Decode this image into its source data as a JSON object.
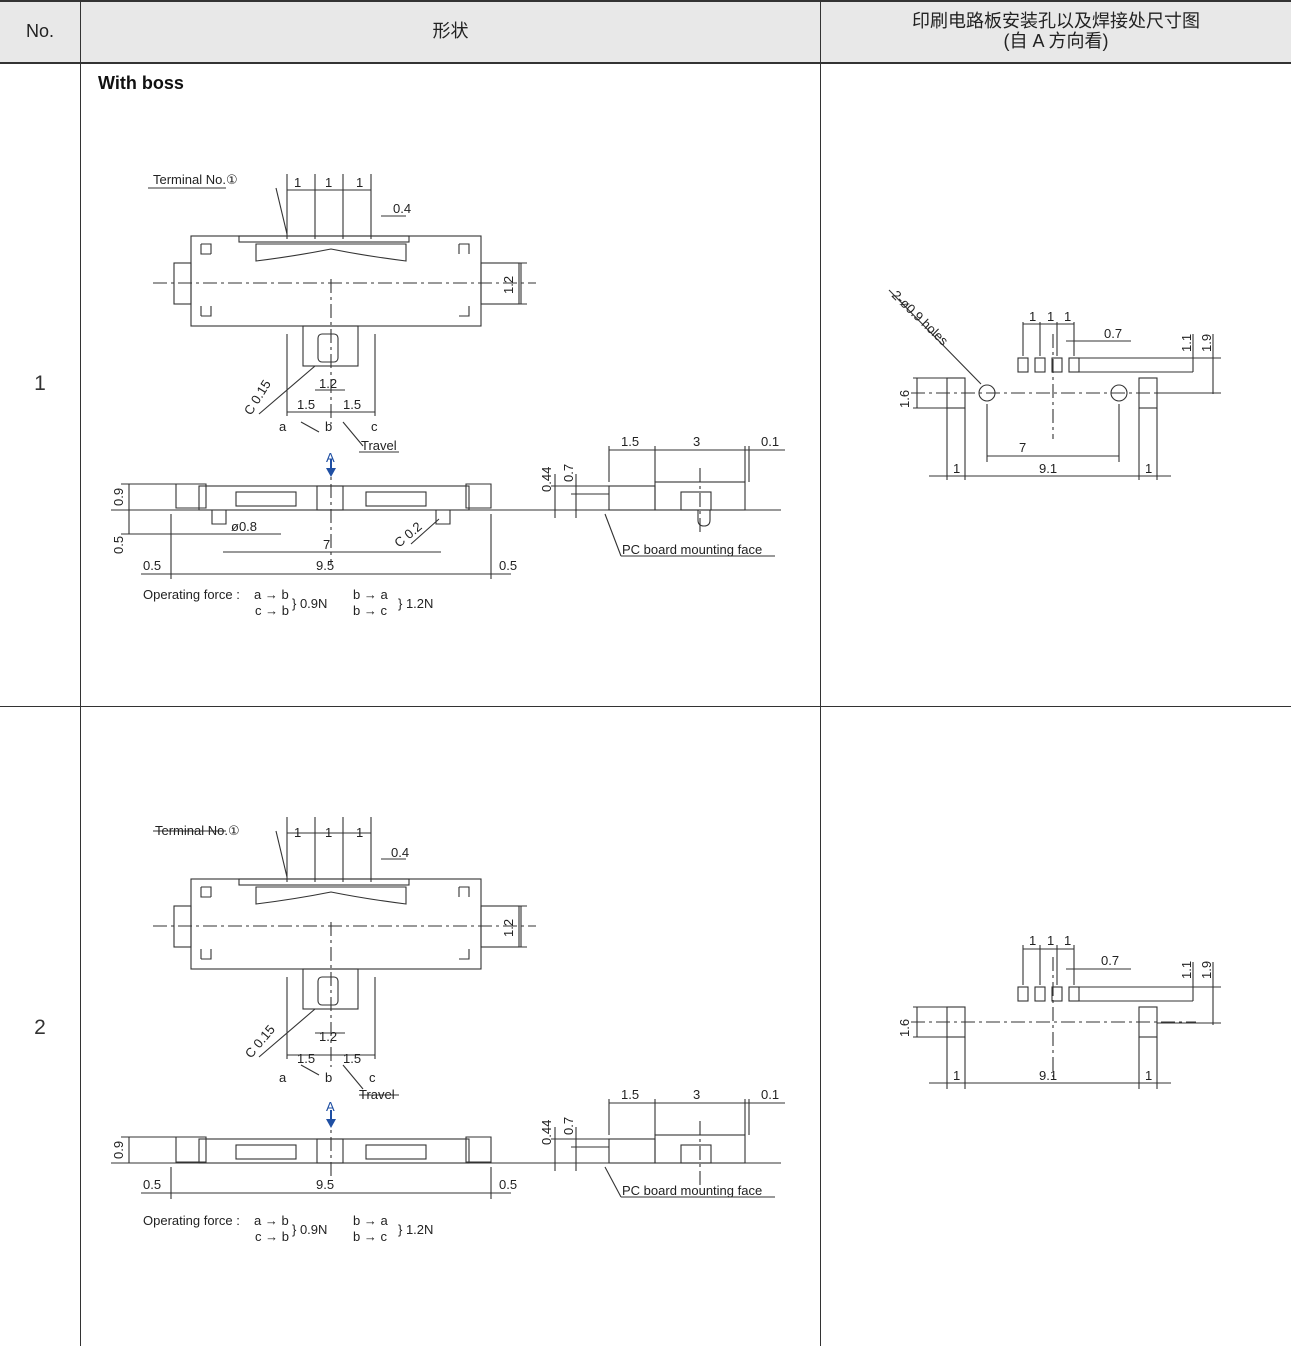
{
  "header": {
    "col_no": "No.",
    "col_shape": "形状",
    "col_pcb_line1": "印刷电路板安装孔以及焊接处尺寸图",
    "col_pcb_line2": "(自 A 方向看)"
  },
  "rows": [
    {
      "no": "1",
      "subtitle": "With boss",
      "top": {
        "terminal": "Terminal No.①",
        "d_pitch": "1",
        "d_04": "0.4",
        "d_12": "1.2",
        "chamfer": "C 0.15",
        "d_15": "1.5",
        "pos_a": "a",
        "pos_b": "b",
        "pos_c": "c",
        "travel": "Travel"
      },
      "front": {
        "view_a": "A",
        "d_09": "0.9",
        "d_05": "0.5",
        "boss_dia": "ø0.8",
        "chamfer": "C 0.2",
        "d_7": "7",
        "d_95": "9.5"
      },
      "side": {
        "d_15": "1.5",
        "d_3": "3",
        "d_01": "0.1",
        "d_044": "0.44",
        "d_07": "0.7",
        "pcb_face": "PC board mounting face"
      },
      "force": {
        "prefix": "Operating force :",
        "ab": "a → b",
        "cb": "c → b",
        "f1": "} 0.9N",
        "ba": "b → a",
        "bc": "b → c",
        "f2": "} 1.2N"
      },
      "pcb": {
        "holes": "2-ø0.9 holes",
        "d_1": "1",
        "d_07": "0.7",
        "d_11": "1.1",
        "d_19": "1.9",
        "d_16": "1.6",
        "d_7": "7",
        "d_91": "9.1"
      }
    },
    {
      "no": "2",
      "subtitle": "",
      "top": {
        "terminal": "Terminal No.①",
        "d_pitch": "1",
        "d_04": "0.4",
        "d_12": "1.2",
        "chamfer": "C 0.15",
        "d_15": "1.5",
        "pos_a": "a",
        "pos_b": "b",
        "pos_c": "c",
        "travel": "Travel"
      },
      "front": {
        "view_a": "A",
        "d_09": "0.9",
        "d_05": "0.5",
        "d_95": "9.5"
      },
      "side": {
        "d_15": "1.5",
        "d_3": "3",
        "d_01": "0.1",
        "d_044": "0.44",
        "d_07": "0.7",
        "pcb_face": "PC board mounting face"
      },
      "force": {
        "prefix": "Operating force :",
        "ab": "a → b",
        "cb": "c → b",
        "f1": "} 0.9N",
        "ba": "b → a",
        "bc": "b → c",
        "f2": "} 1.2N"
      },
      "pcb": {
        "d_1": "1",
        "d_07": "0.7",
        "d_11": "1.1",
        "d_19": "1.9",
        "d_16": "1.6",
        "d_91": "9.1"
      }
    }
  ],
  "colors": {
    "header_bg": "#e8e8e8",
    "line": "#333333",
    "view_arrow": "#1f4fa3"
  }
}
